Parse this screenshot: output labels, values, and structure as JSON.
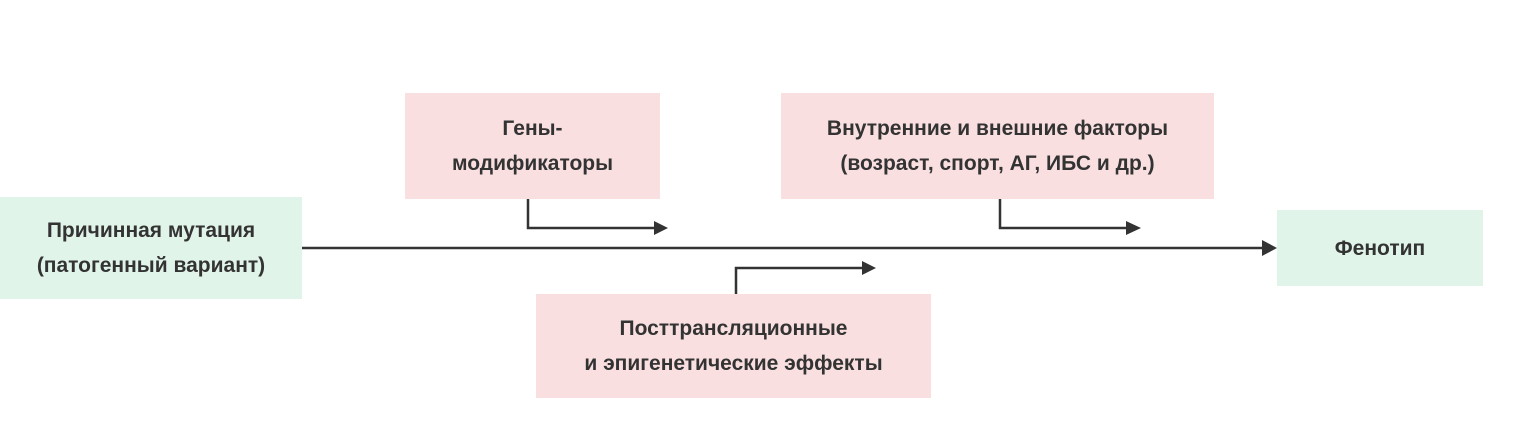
{
  "colors": {
    "green_box": "#e1f4ea",
    "pink_box": "#f9dfe0",
    "text": "#333333",
    "arrow": "#333333"
  },
  "nodes": {
    "cause": "Причинная мутация\n(патогенный вариант)",
    "modifier_genes": "Гены-\nмодификаторы",
    "factors": "Внутренние и внешние факторы\n(возраст, спорт, АГ, ИБС и др.)",
    "post_effects": "Посттрансляционные\nи эпигенетические эффекты",
    "phenotype": "Фенотип"
  },
  "edges": [
    {
      "from": "cause",
      "to": "phenotype"
    },
    {
      "from": "modifier_genes",
      "to": "main-line"
    },
    {
      "from": "factors",
      "to": "main-line"
    },
    {
      "from": "post_effects",
      "to": "main-line"
    }
  ]
}
